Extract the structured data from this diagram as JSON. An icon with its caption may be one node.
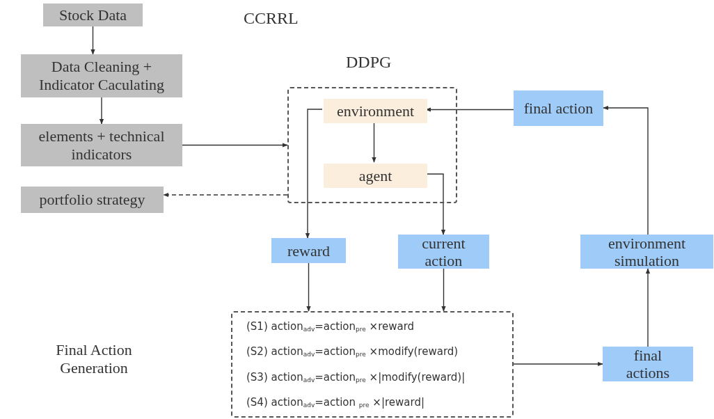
{
  "diagram": {
    "title": "CCRRL",
    "nodes": [
      {
        "text": [
          "Stock Data"
        ]
      },
      {
        "text": [
          "Data Cleaning + Indicator Caculating"
        ]
      },
      {
        "text": [
          "elements + technical indicators"
        ]
      },
      {
        "text": [
          "portfolio strategy"
        ]
      },
      {
        "text": [
          "DDPG"
        ]
      },
      {
        "text": [
          "environment"
        ],
        "in": 4
      },
      {
        "text": [
          "agent"
        ],
        "in": 4
      },
      {
        "text": [
          "final action"
        ]
      },
      {
        "text": [
          "reward"
        ]
      },
      {
        "text": [
          "current action"
        ]
      },
      {
        "text": [
          "environment simulation"
        ]
      },
      {
        "text": [
          "(S1) action$_{adv}$=action$_{pre}$ ×reward",
          "(S2) action$_{adv}$=action$_{pre}$ ×modify(reward)",
          "(S3) action$_{adv}$=action$_{pre}$ ×|modify(reward)|",
          "(S4) action$_{adv}$=action $_{pre}$ ×|reward|"
        ]
      },
      {
        "text": [
          "final actions"
        ]
      }
    ],
    "edges": [
      {
        "from": 0,
        "to": 1,
        "arrow": "to"
      },
      {
        "from": 1,
        "to": 2,
        "arrow": "to"
      },
      {
        "from": 2,
        "to": 4,
        "arrow": "to"
      },
      {
        "from": 4,
        "to": 3,
        "arrow": "to",
        "style": "dashed"
      },
      {
        "from": 5,
        "to": 6,
        "arrow": "to"
      },
      {
        "from": 7,
        "to": 5,
        "arrow": "to"
      },
      {
        "from": 5,
        "to": 8,
        "arrow": "to"
      },
      {
        "from": 6,
        "to": 9,
        "arrow": "to"
      },
      {
        "from": 8,
        "to": 11,
        "arrow": "to"
      },
      {
        "from": 9,
        "to": 11,
        "arrow": "to"
      },
      {
        "from": 11,
        "to": 12,
        "arrow": "to"
      },
      {
        "from": 12,
        "to": 10,
        "arrow": "to"
      },
      {
        "from": 10,
        "to": 7,
        "arrow": "to"
      }
    ],
    "labels": [
      "Final Action Generation"
    ]
  }
}
